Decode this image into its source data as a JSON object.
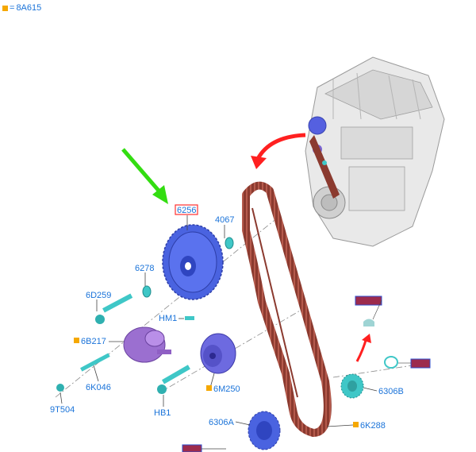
{
  "legend": {
    "symbol": "=",
    "text": "8A615",
    "marker_color": "#f5a800"
  },
  "labels": {
    "l6256": "6256",
    "l4067": "4067",
    "l6278": "6278",
    "l6D259": "6D259",
    "lHM1": "HM1",
    "l6B217": "6B217",
    "l6K046": "6K046",
    "l9T504": "9T504",
    "lHB1": "HB1",
    "l6M250": "6M250",
    "l6306A": "6306A",
    "l6306B": "6306B",
    "l6K288": "6K288"
  },
  "colors": {
    "label_blue": "#1a73d9",
    "belt": "#8b3a2f",
    "sprocket": "#4a63e0",
    "tensioner": "#9b6fd0",
    "idler": "#6d6ae0",
    "bolt": "#3fc7c7",
    "arrow_red": "#ff2020",
    "arrow_green": "#33dd11",
    "highlight_fill": "#9c2b4d"
  },
  "icons": [
    "engine-illustration",
    "timing-belt",
    "camshaft-sprocket",
    "tensioner",
    "idler-pulley",
    "crank-sprocket"
  ]
}
